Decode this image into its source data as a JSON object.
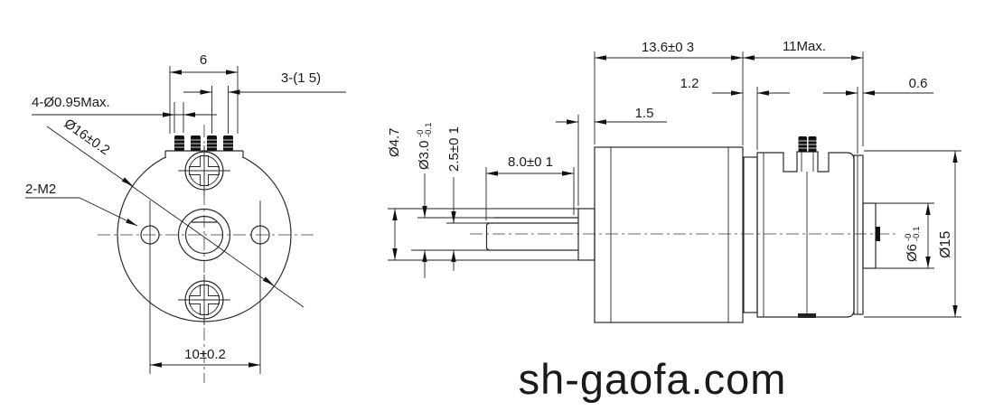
{
  "watermark": "sh-gaofa.com",
  "front": {
    "row_width": "6",
    "pitch": "3-(1 5)",
    "pin_dia": "4-Ø0.95Max.",
    "body_dia": "Ø16±0.2",
    "holes": "2-M2",
    "spacing": "10±0.2"
  },
  "side": {
    "gear_len": "13.6±0 3",
    "motor_len": "11Max.",
    "boss_len": "1.5",
    "gap": "1.2",
    "cap": "0.6",
    "flat_len": "8.0±0 1",
    "collar_dia": "Ø4.7",
    "shaft_dia": "Ø3.0",
    "shaft_tol_hi": "-0",
    "shaft_tol_lo": "-0.1",
    "flat_h": "2.5±0 1",
    "boss_dia": "Ø6",
    "boss_tol_hi": "-0",
    "boss_tol_lo": "-0.1",
    "body_dia": "Ø15"
  }
}
